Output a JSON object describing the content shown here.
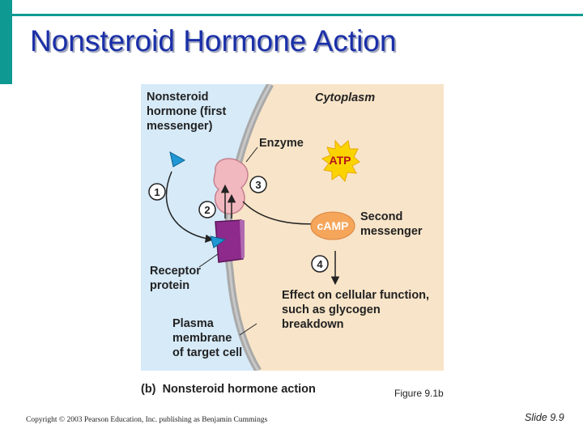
{
  "slide": {
    "title": "Nonsteroid Hormone Action",
    "figure_ref": "Figure 9.1b",
    "copyright": "Copyright © 2003 Pearson Education, Inc. publishing as Benjamin Cummings",
    "slide_number": "Slide 9.9"
  },
  "diagram": {
    "hormone_label": [
      "Nonsteroid",
      "hormone (first",
      "messenger)"
    ],
    "cytoplasm_label": "Cytoplasm",
    "enzyme_label": "Enzyme",
    "atp_label": "ATP",
    "camp_label": "cAMP",
    "second_messenger_label": [
      "Second",
      "messenger"
    ],
    "receptor_label": [
      "Receptor",
      "protein"
    ],
    "membrane_label": [
      "Plasma",
      "membrane",
      "of target cell"
    ],
    "effect_label": [
      "Effect on cellular function,",
      "such as glycogen",
      "breakdown"
    ],
    "steps": [
      "1",
      "2",
      "3",
      "4"
    ],
    "caption_letter": "(b)",
    "caption_text": "Nonsteroid hormone action",
    "colors": {
      "extracellular": "#d6eaf8",
      "cytoplasm": "#f8e4c8",
      "membrane": "#a9a9a9",
      "receptor": "#8e2a8c",
      "enzyme": "#f2b8c0",
      "atp_burst": "#fbd400",
      "camp": "#f5a65b",
      "hormone": "#1f97d4"
    }
  }
}
